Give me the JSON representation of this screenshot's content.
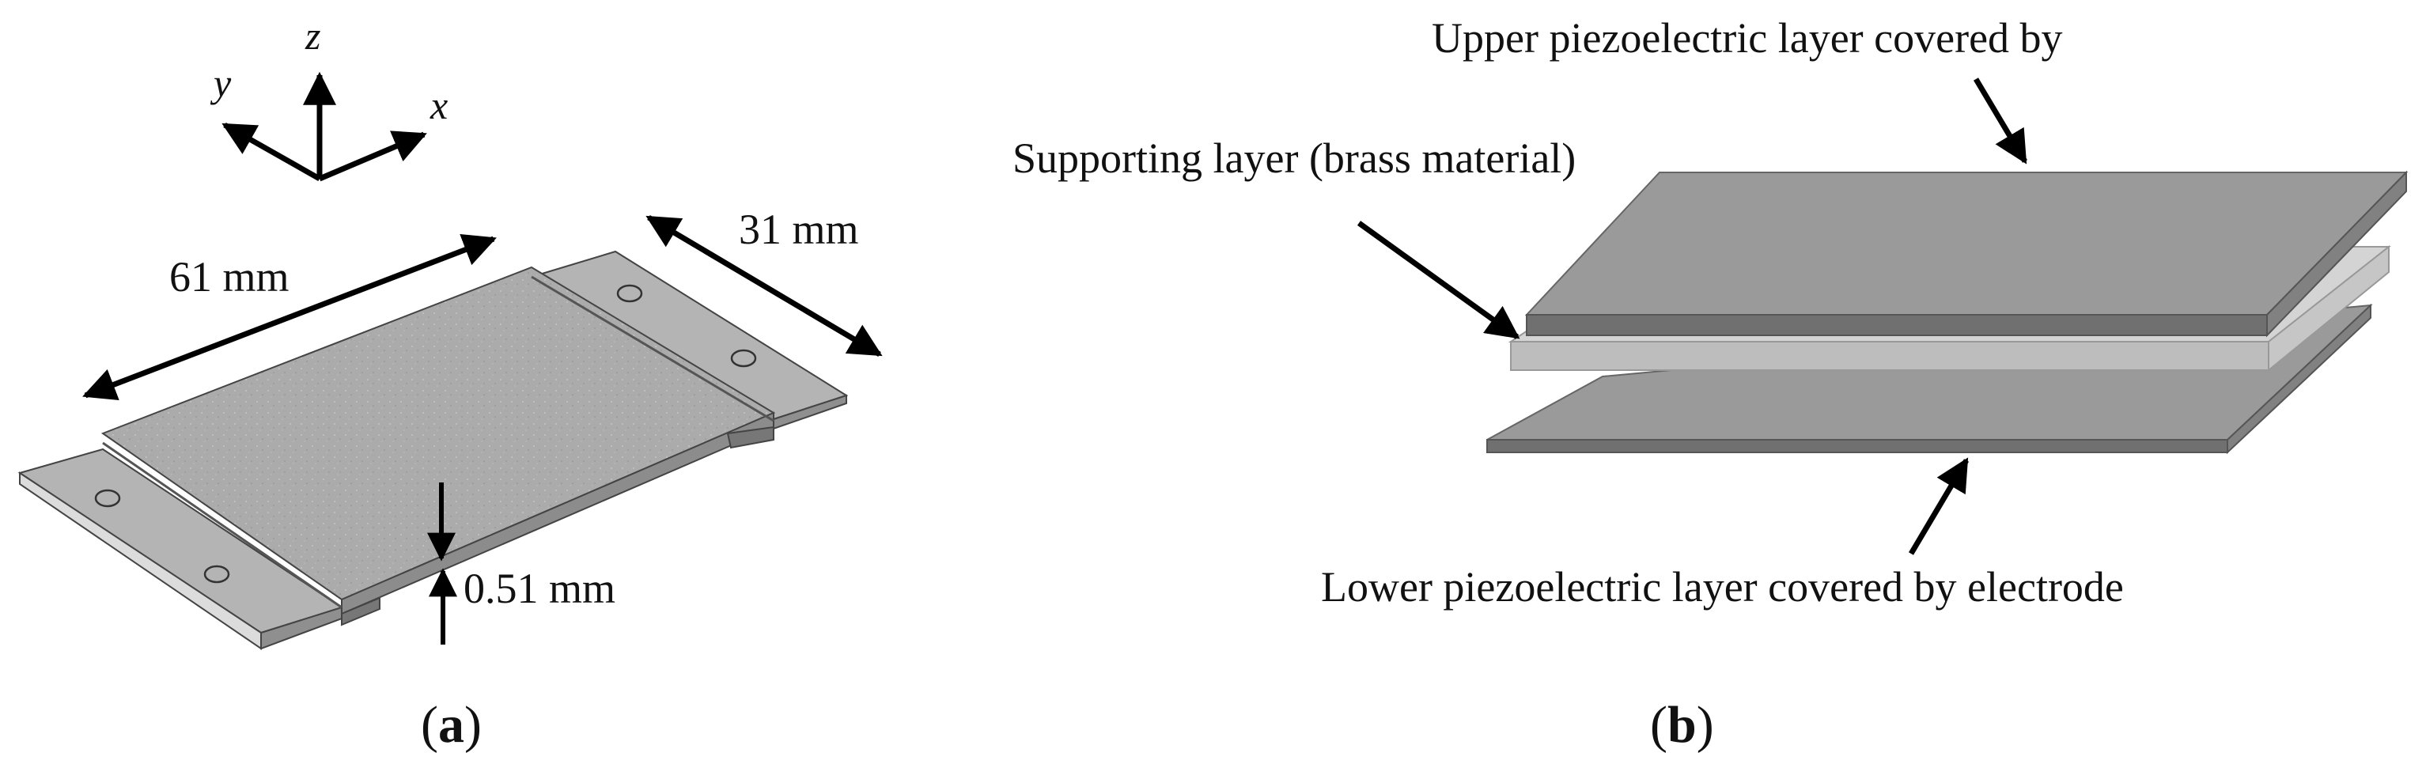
{
  "panel_a": {
    "axes": {
      "x": "x",
      "y": "y",
      "z": "z"
    },
    "length_label": "61 mm",
    "width_label": "31 mm",
    "thickness_label": "0.51 mm",
    "caption": {
      "open": "(",
      "letter": "a",
      "close": ")"
    }
  },
  "panel_b": {
    "upper_label": "Upper piezoelectric layer covered by",
    "support_label": "Supporting layer (brass material)",
    "lower_label": "Lower piezoelectric layer covered by electrode",
    "caption": {
      "open": "(",
      "letter": "b",
      "close": ")"
    }
  },
  "colors": {
    "plate_top": "#ababab",
    "plate_edge": "#c9c9c9",
    "plate_outline": "#444444",
    "piezo_top": "#9a9a9a",
    "piezo_front": "#707070",
    "piezo_side": "#818181",
    "brass_top": "#d4d4d4",
    "brass_front": "#bdbdbd",
    "arrow": "#000000"
  }
}
